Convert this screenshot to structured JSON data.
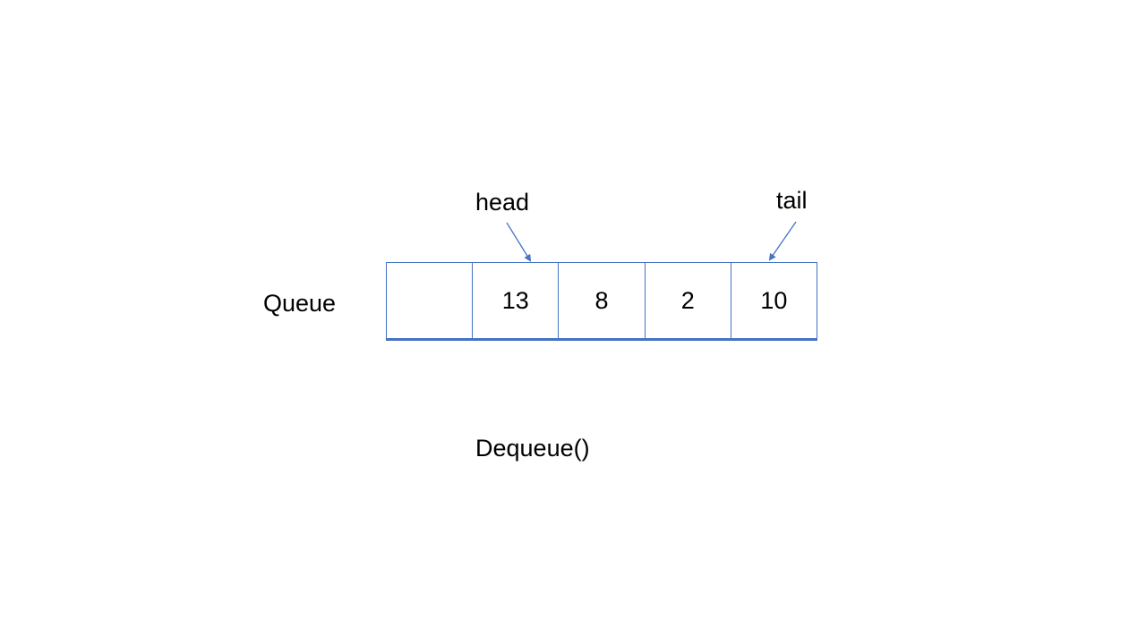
{
  "diagram": {
    "queue_label": "Queue",
    "cells": [
      "",
      "13",
      "8",
      "2",
      "10"
    ],
    "head_label": "head",
    "tail_label": "tail",
    "operation_label": "Dequeue()",
    "accent_color": "#4472c4"
  }
}
